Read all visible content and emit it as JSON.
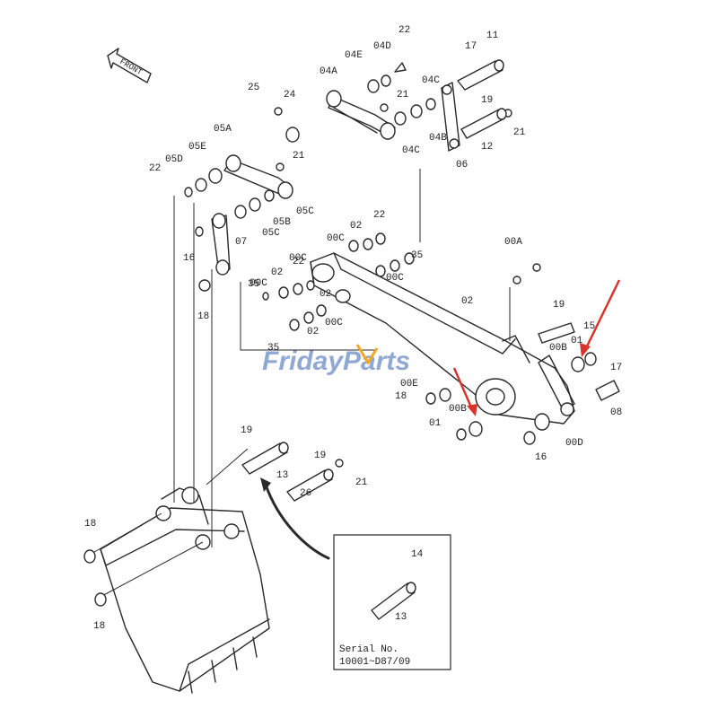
{
  "direction_label": "FRONT",
  "watermark": {
    "part1": "Friday",
    "part2": "Parts",
    "color_blue": "#8fa8d4",
    "color_orange": "#f5a623"
  },
  "arrow_color": "#d9342b",
  "inset": {
    "labels": [
      "14",
      "13"
    ],
    "serial_title": "Serial  No.",
    "serial_range": "10001~D87/09"
  },
  "callouts": [
    "22",
    "11",
    "17",
    "04D",
    "04E",
    "04A",
    "21",
    "04C",
    "19",
    "25",
    "24",
    "04C",
    "04B",
    "21",
    "12",
    "05A",
    "06",
    "05E",
    "21",
    "05D",
    "22",
    "05C",
    "05B",
    "05C",
    "07",
    "00C",
    "02",
    "22",
    "35",
    "16",
    "00C",
    "02",
    "00C",
    "02",
    "00A",
    "35",
    "22",
    "02",
    "00C",
    "18",
    "02",
    "00C",
    "35",
    "15",
    "01",
    "00B",
    "19",
    "17",
    "00E",
    "18",
    "00B",
    "08",
    "01",
    "00D",
    "16",
    "19",
    "19",
    "13",
    "21",
    "26",
    "18",
    "18"
  ]
}
